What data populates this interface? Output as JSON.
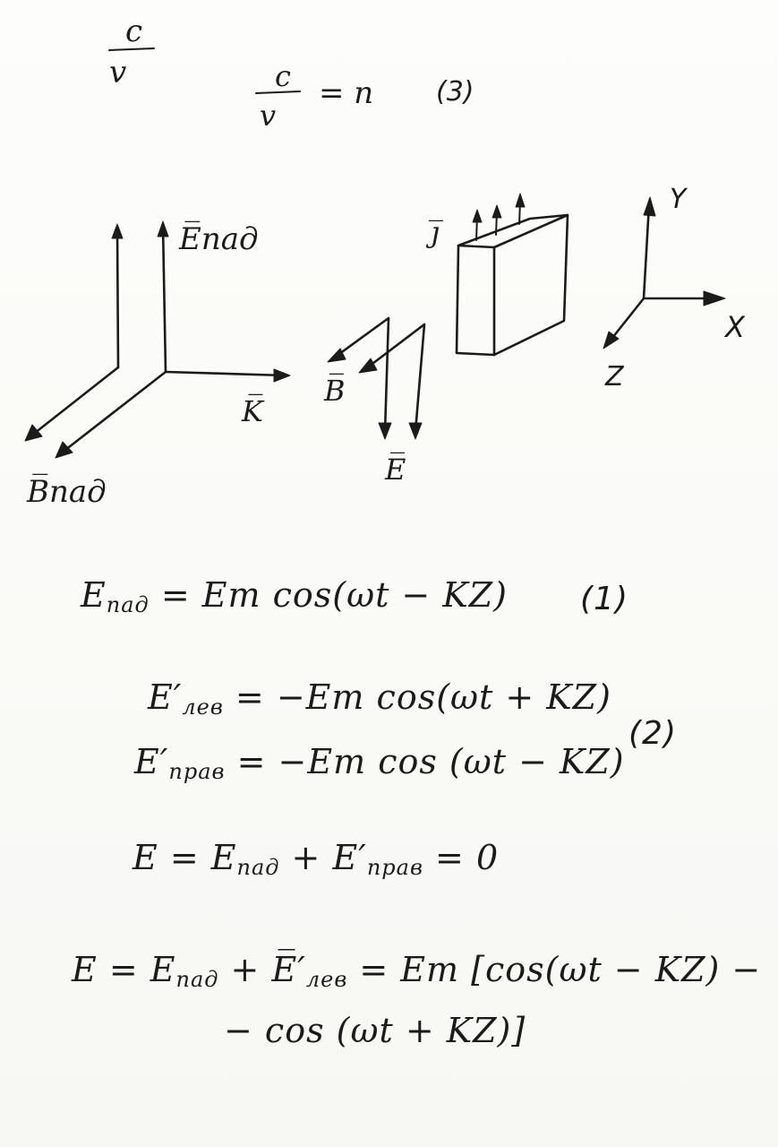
{
  "top_fraction": {
    "numerator": "c",
    "denominator": "v"
  },
  "equation_3": {
    "numerator": "c",
    "denominator": "v",
    "rhs": "= n",
    "number": "(3)"
  },
  "diagram_left": {
    "label_e_incident": "E̅пад",
    "label_b_incident": "B̅пад",
    "label_k": "K̅"
  },
  "diagram_middle": {
    "label_b": "B̅",
    "label_e": "E̅"
  },
  "diagram_plate": {
    "label_j": "j̅"
  },
  "axes": {
    "label_x": "X",
    "label_y": "Y",
    "label_z": "Z"
  },
  "equations": {
    "eq1": {
      "lhs": "E",
      "lhs_sub": "пад",
      "rhs": "= Em cos(ωt − KZ)",
      "number": "(1)"
    },
    "eq2a": {
      "lhs": "E′",
      "lhs_sub": "лев",
      "rhs": "= −Em cos(ωt + KZ)"
    },
    "eq2b": {
      "lhs": "E′",
      "lhs_sub": "прав",
      "rhs": "= −Em cos (ωt − KZ)"
    },
    "eq2_number": "(2)",
    "eq_sum": {
      "text": "E = E",
      "sub1": "пад",
      "mid": " + E′",
      "sub2": "прав",
      "rhs": " = 0"
    },
    "eq_final_line1": {
      "text": "E = E",
      "sub1": "пад",
      "mid": " + E̅′",
      "sub2": "лев",
      "rhs": " = Em [cos(ωt − KZ) −"
    },
    "eq_final_line2": "− cos (ωt + KZ)]"
  }
}
